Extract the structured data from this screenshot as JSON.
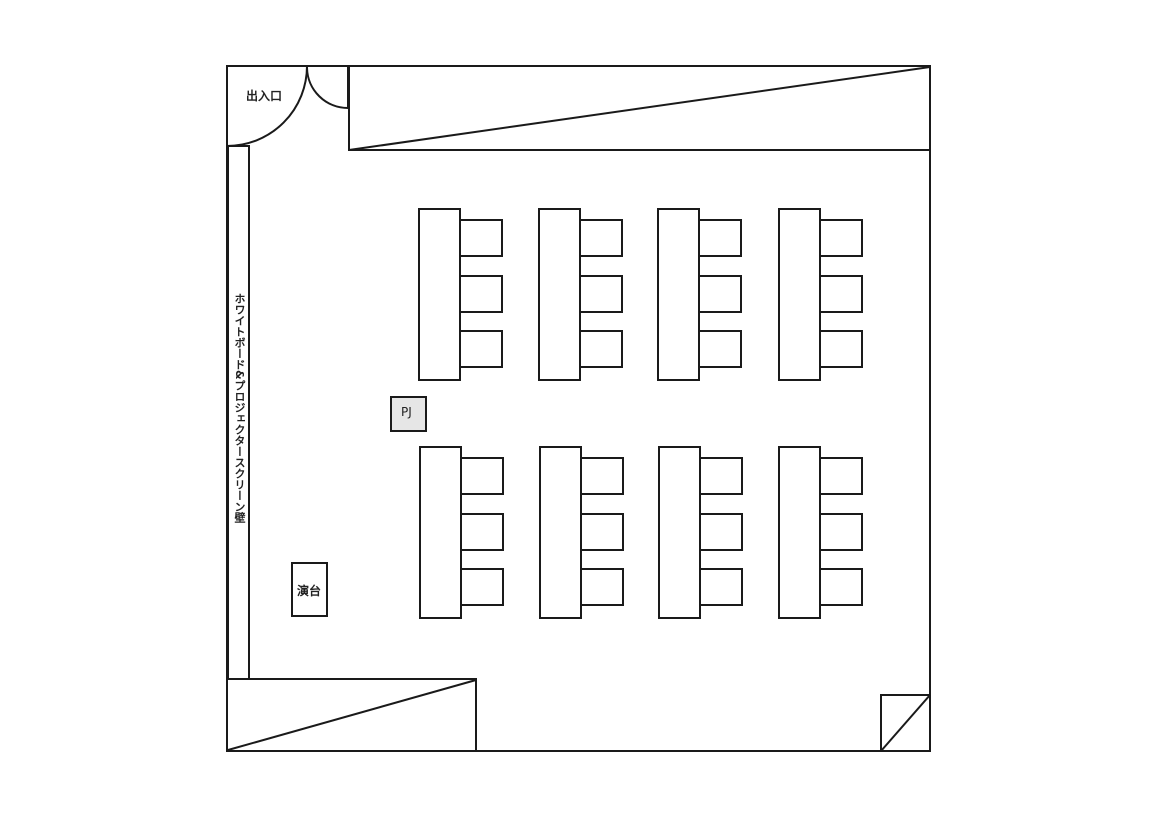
{
  "floorplan": {
    "title": "",
    "labels": {
      "entrance": "出入口",
      "whiteboard_wall": "ホワイトボード&プロジェクタースクリーン壁",
      "projector": "PJ",
      "podium": "演台"
    },
    "colors": {
      "line": "#1a1a1a",
      "projector_fill": "#e6e6e6",
      "background": "#ffffff"
    },
    "table_groups": {
      "rows": 2,
      "columns": 4,
      "chairs_per_table": 3,
      "total_tables": 8,
      "total_chairs": 24
    }
  }
}
